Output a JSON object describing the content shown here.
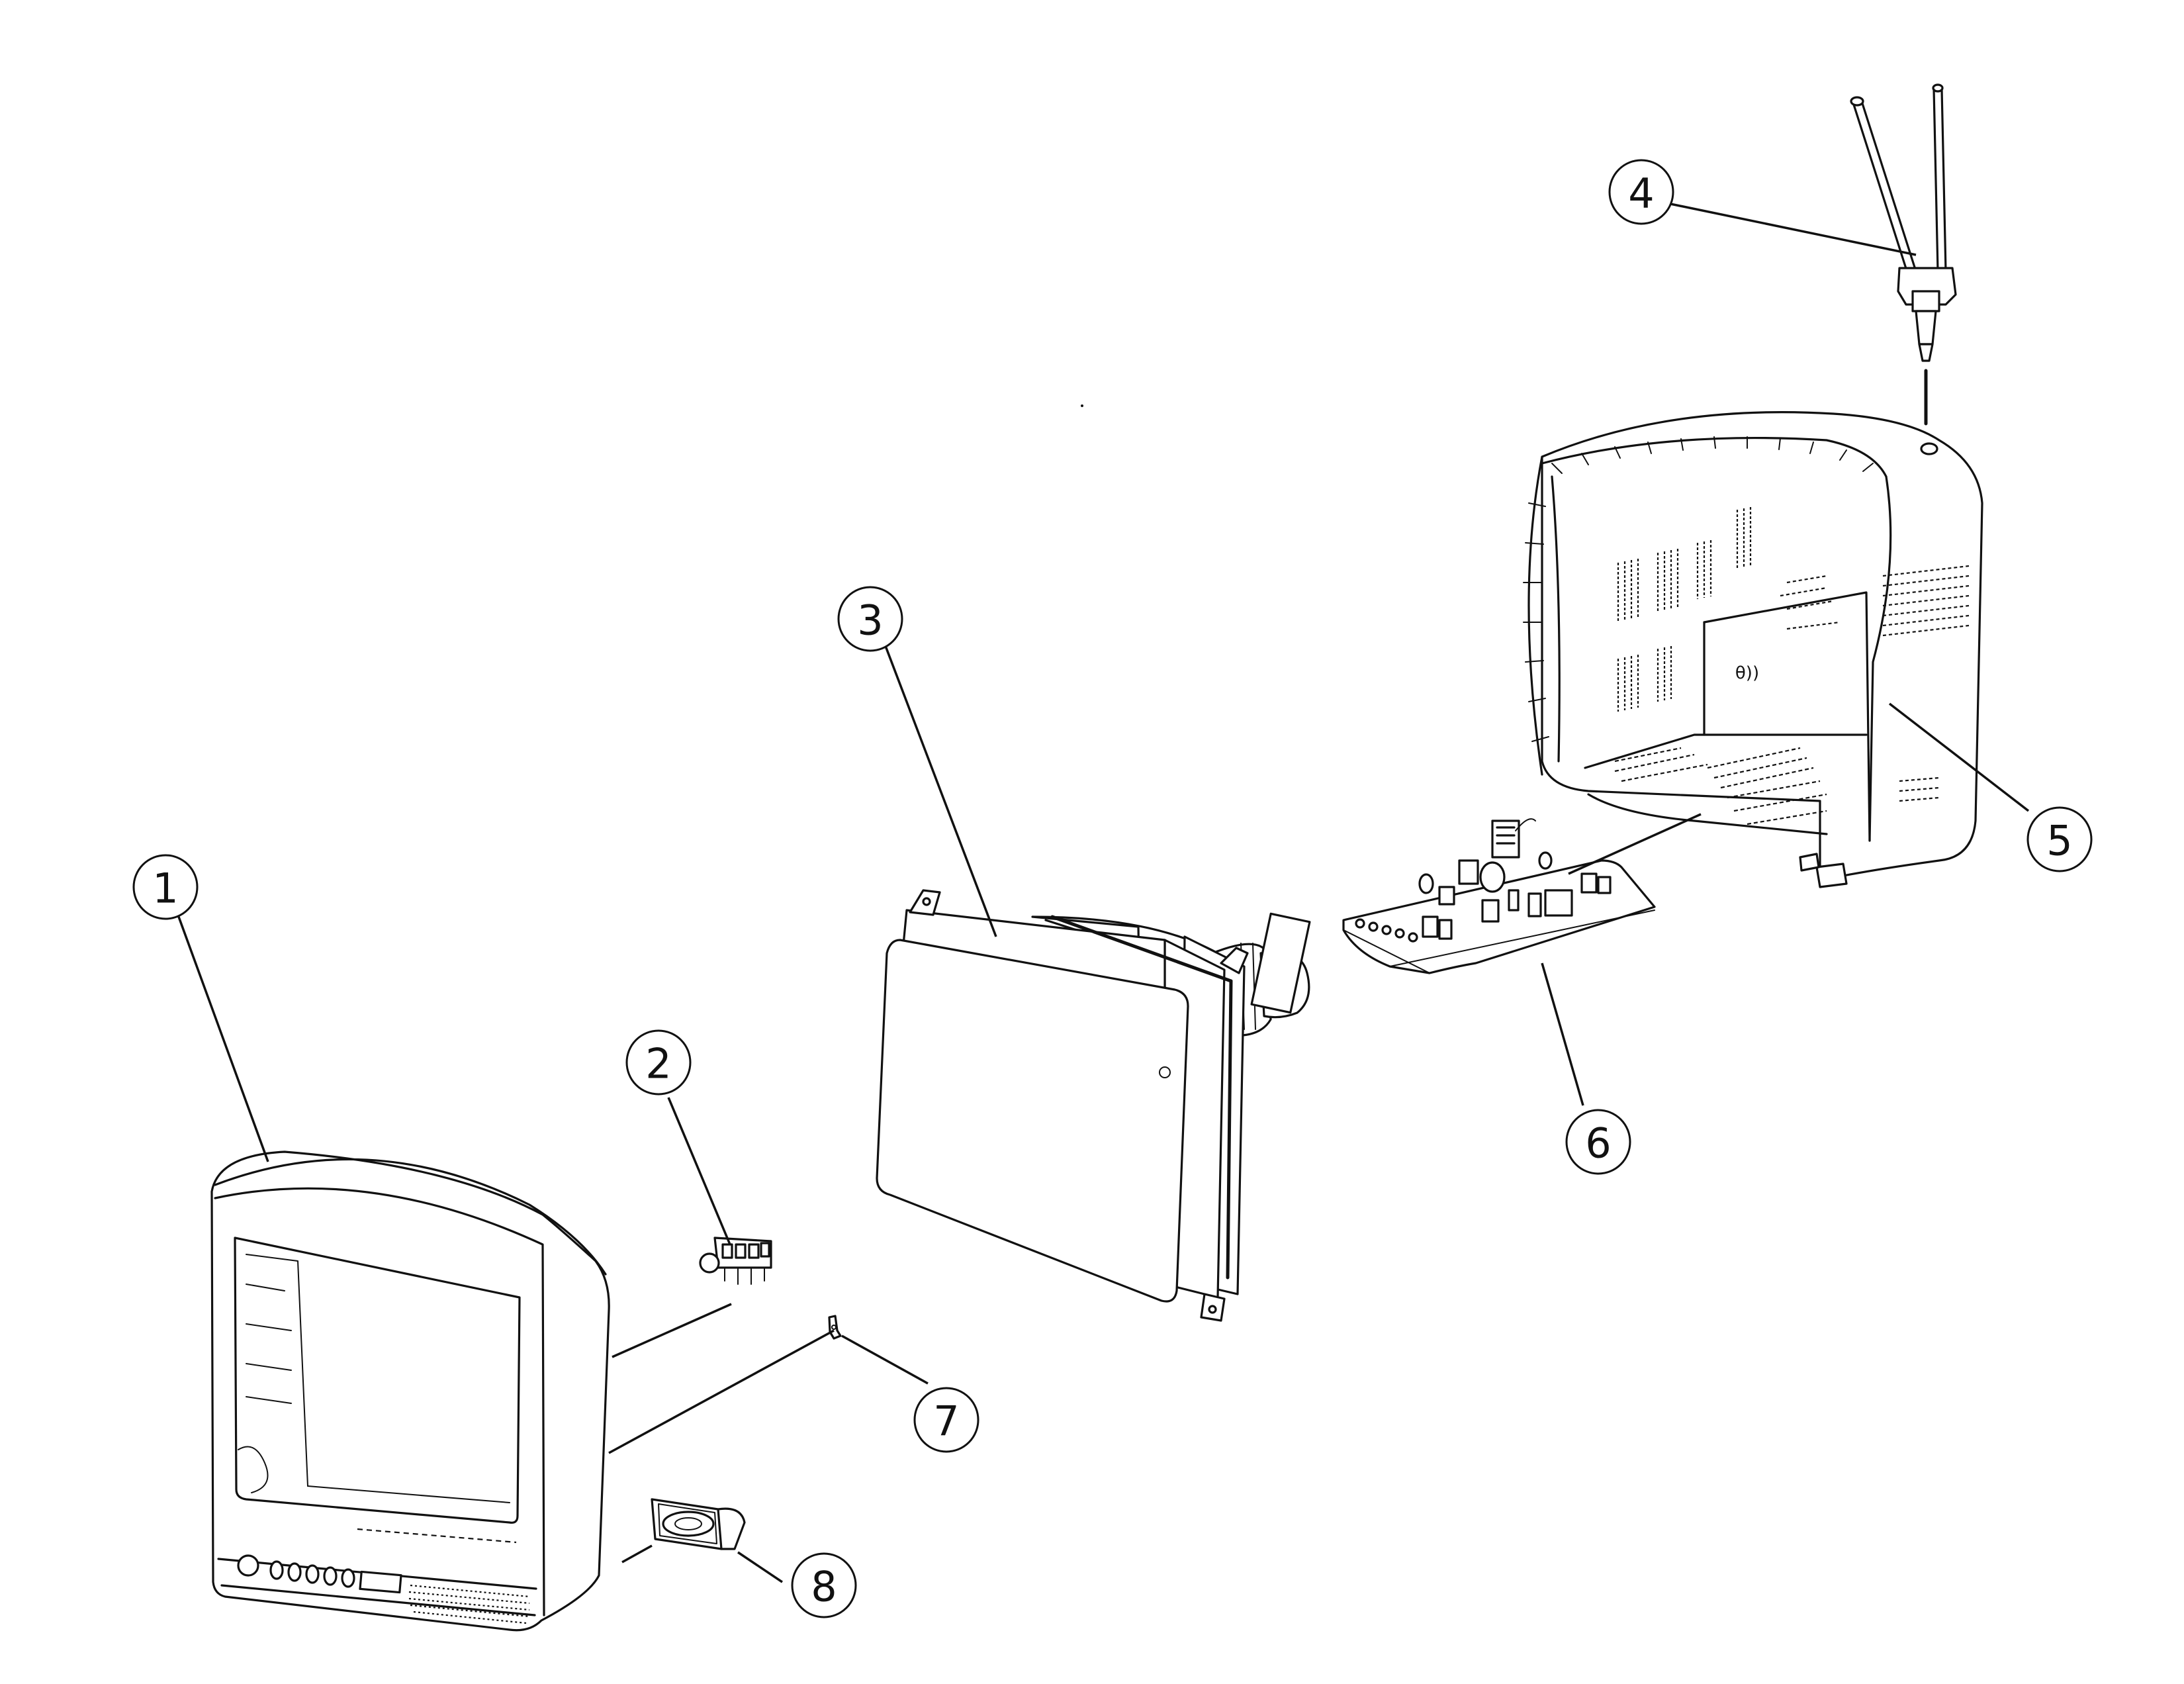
{
  "callouts": [
    {
      "id": "1",
      "label": "1"
    },
    {
      "id": "2",
      "label": "2"
    },
    {
      "id": "3",
      "label": "3"
    },
    {
      "id": "4",
      "label": "4"
    },
    {
      "id": "5",
      "label": "5"
    },
    {
      "id": "6",
      "label": "6"
    },
    {
      "id": "7",
      "label": "7"
    },
    {
      "id": "8",
      "label": "8"
    }
  ],
  "texts": {
    "back_cover_mark": "θ))"
  }
}
